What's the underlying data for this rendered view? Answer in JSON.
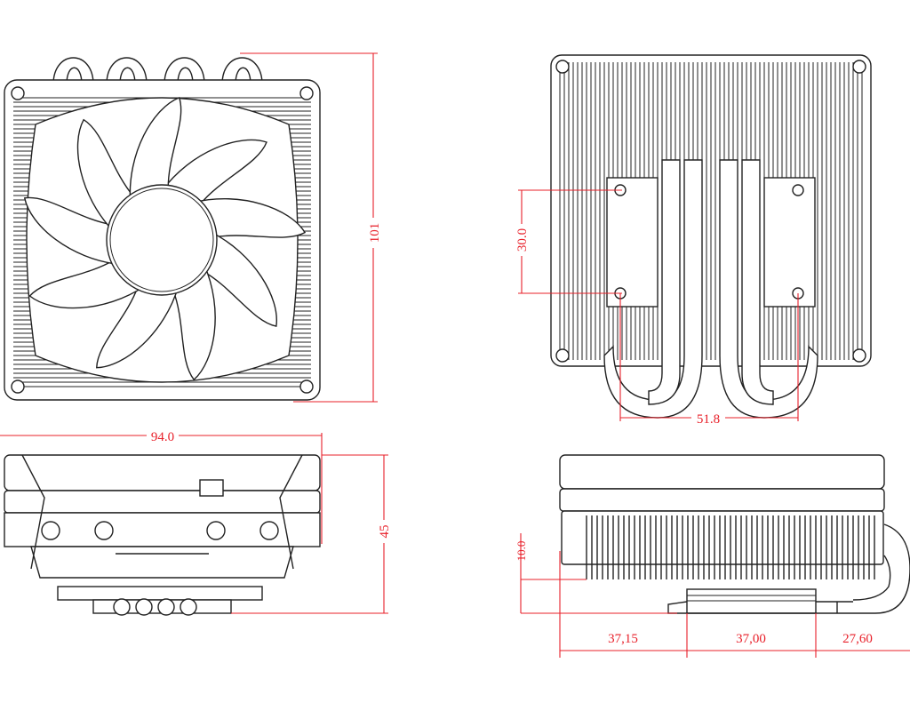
{
  "title": "CPU cooler dimension drawing",
  "colors": {
    "line": "#222222",
    "dimension": "#e8202a",
    "background": "#ffffff"
  },
  "views": [
    {
      "name": "front-view-fan",
      "dimensions": {
        "height": "101",
        "width": "94.0"
      }
    },
    {
      "name": "side-view",
      "dimensions": {
        "height": "45"
      }
    },
    {
      "name": "rear-view-mount",
      "dimensions": {
        "hole_spacing_vertical": "30.0",
        "hole_spacing_horizontal": "51.8"
      }
    },
    {
      "name": "side-view-offset",
      "dimensions": {
        "base_clearance": "10.0",
        "offset_left": "37,15",
        "base_width": "37,00",
        "offset_right": "27,60"
      }
    }
  ]
}
